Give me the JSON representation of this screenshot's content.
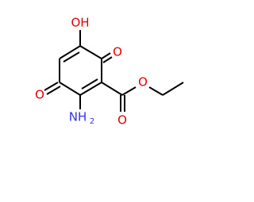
{
  "molecule": {
    "atoms": {
      "hydroxyl_o": {
        "label": "OH",
        "element": "O"
      },
      "ketone_top_o": {
        "label": "O",
        "element": "O"
      },
      "ketone_left_o": {
        "label": "O",
        "element": "O"
      },
      "amino_n": {
        "label": "NH",
        "subscript": "2",
        "element": "N"
      },
      "carbonyl_o": {
        "label": "O",
        "element": "O"
      },
      "ester_o": {
        "label": "O",
        "element": "O"
      }
    },
    "colors": {
      "bond": "#000000",
      "oxygen": "#e00000",
      "nitrogen": "#3333ee",
      "background": "#ffffff"
    }
  }
}
